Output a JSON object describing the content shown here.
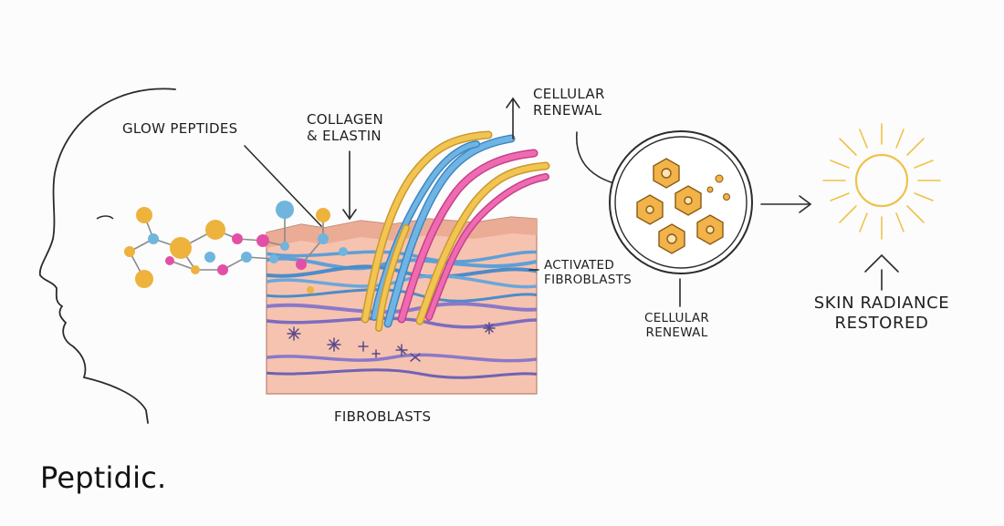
{
  "labels": {
    "glow_peptides": "GLOW PEPTIDES",
    "collagen_line1": "COLLAGEN",
    "collagen_line2": "& ELASTIN",
    "cellular_renewal_top_line1": "CELLULAR",
    "cellular_renewal_top_line2": "RENEWAL",
    "activated_line1": "ACTIVATED",
    "activated_line2": "FIBROBLASTS",
    "cellular_renewal_bottom_line1": "CELLULAR",
    "cellular_renewal_bottom_line2": "RENEWAL",
    "skin_radiance_line1": "SKIN RADIANCE",
    "skin_radiance_line2": "RESTORED",
    "fibroblasts": "FIBROBLASTS"
  },
  "brand": {
    "name": "Peptidic."
  },
  "colors": {
    "skin": "#f6c3b0",
    "skin_dark": "#e7a58e",
    "fiber_blue": "#5f9fd6",
    "fiber_purple": "#8a79c8",
    "fiber_yellow": "#f2c451",
    "fiber_pink": "#ea5aa6",
    "molecule_gold": "#edb33d",
    "molecule_blue": "#6fb5dd",
    "molecule_pink": "#e34fa6",
    "cell_gold": "#f1b34a",
    "sun": "#efc24a",
    "line": "#2b2b2b"
  }
}
